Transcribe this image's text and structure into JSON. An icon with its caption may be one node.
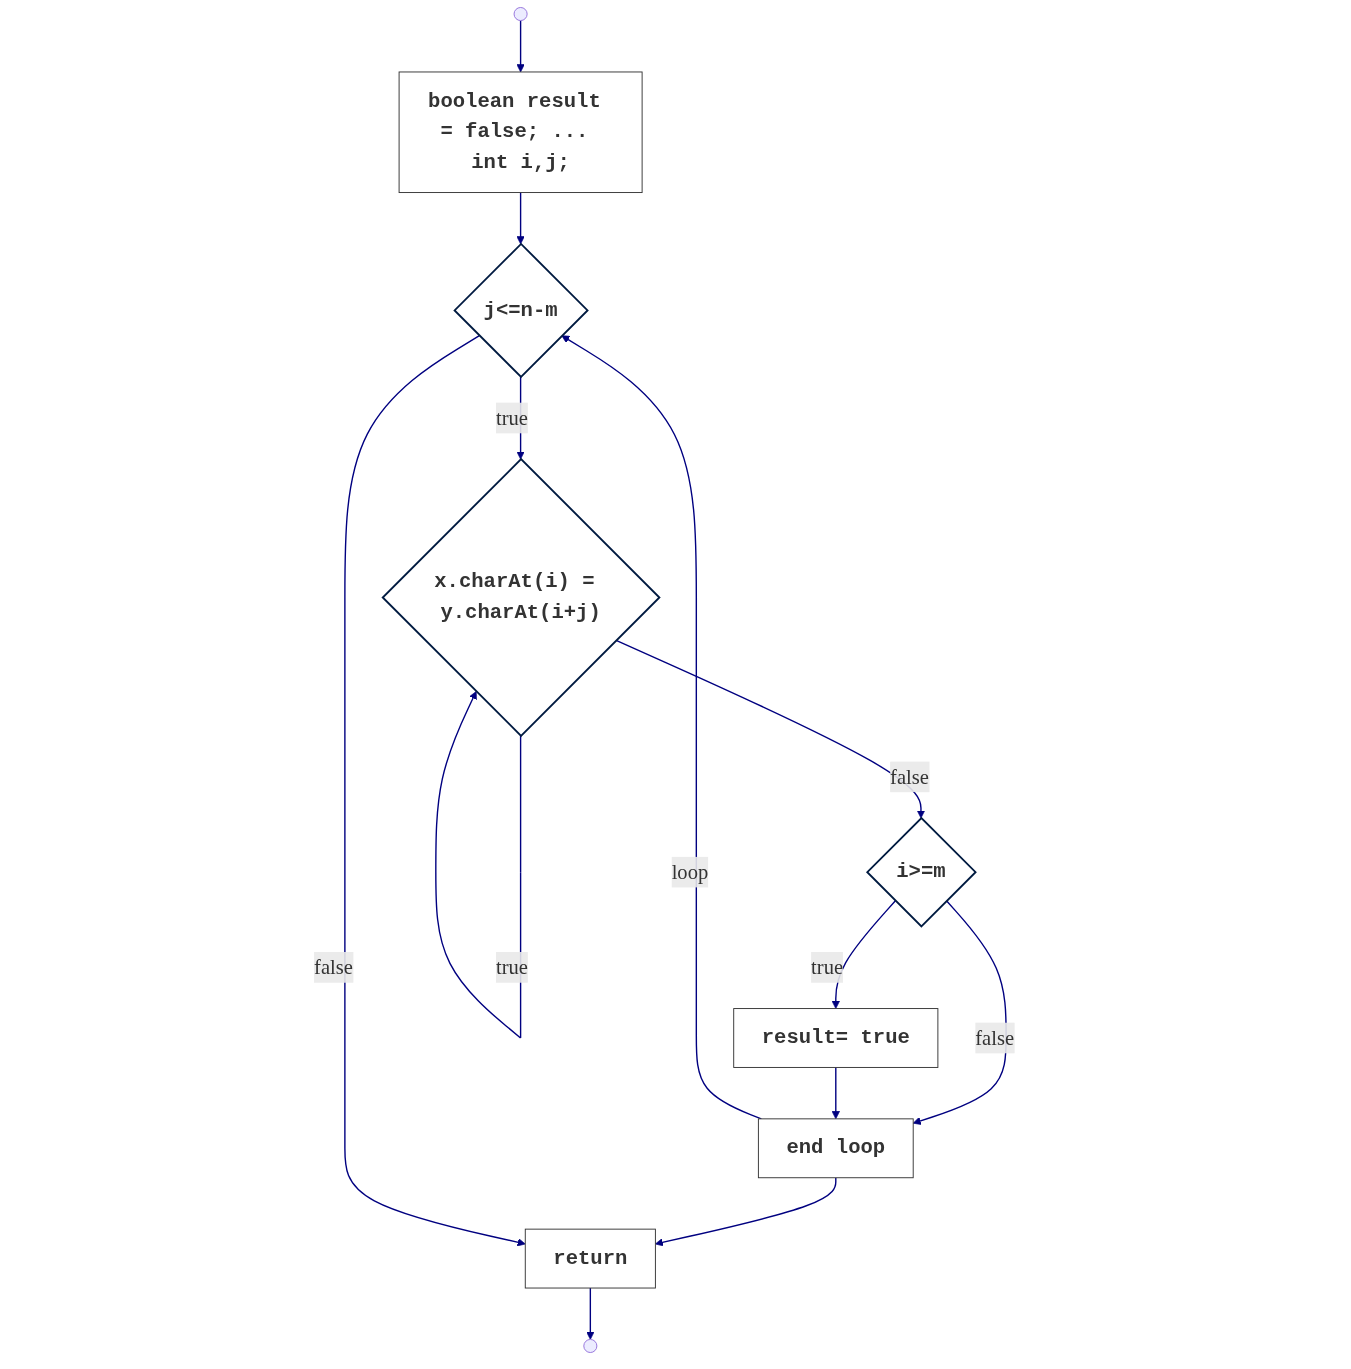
{
  "diagram": {
    "nodes": [
      {
        "text": [],
        "shape": "circle"
      },
      {
        "text": [
          "boolean result = false; ... int i,j;"
        ]
      },
      {
        "text": [
          "j<=n-m"
        ]
      },
      {
        "text": [
          "x.charAt(i) = y.charAt(i+j)"
        ]
      },
      {
        "text": [
          "i>=m"
        ]
      },
      {
        "text": [
          "result= true"
        ]
      },
      {
        "text": [
          "end loop"
        ]
      },
      {
        "text": [
          "return"
        ]
      },
      {
        "text": [],
        "shape": "circle"
      }
    ],
    "edges": [
      {
        "from": 0,
        "to": 1,
        "arrow": "to"
      },
      {
        "from": 1,
        "to": 2,
        "arrow": "to"
      },
      {
        "from": 2,
        "to": 3,
        "arrow": "to",
        "label": "true"
      },
      {
        "from": 3,
        "to": 3,
        "arrow": "to",
        "label": "true"
      },
      {
        "from": 3,
        "to": 4,
        "arrow": "to",
        "label": "false"
      },
      {
        "from": 4,
        "to": 5,
        "arrow": "to",
        "label": "true"
      },
      {
        "from": 4,
        "to": 6,
        "arrow": "to",
        "label": "false"
      },
      {
        "from": 5,
        "to": 6,
        "arrow": "to"
      },
      {
        "from": 6,
        "to": 2,
        "arrow": "to",
        "label": "loop"
      },
      {
        "from": 6,
        "to": 7,
        "arrow": "to"
      },
      {
        "from": 2,
        "to": 7,
        "arrow": "to",
        "label": "false"
      },
      {
        "from": 7,
        "to": 8,
        "arrow": "to"
      }
    ]
  }
}
